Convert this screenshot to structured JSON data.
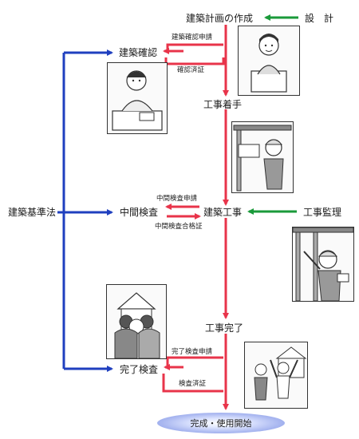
{
  "nodes": {
    "plan": "建築計画の作成",
    "design": "設　計",
    "confirm": "建築確認",
    "start": "工事着手",
    "law": "建築基準法",
    "midcheck": "中間検査",
    "construction": "建築工事",
    "supervision": "工事監理",
    "complete": "工事完了",
    "finalcheck": "完了検査",
    "final": "完成・使用開始"
  },
  "labels": {
    "confirm_apply": "建築確認申請",
    "confirm_cert": "確認済証",
    "mid_apply": "中間検査申請",
    "mid_pass": "中間検査合格証",
    "final_apply": "完了検査申請",
    "final_cert": "検査済証"
  },
  "colors": {
    "main_flow": "#e8344a",
    "law_flow": "#1f3fbf",
    "actor_flow": "#1a9a3a",
    "final_fill": "#9fb0ee"
  },
  "illustrations": {
    "designer": "designer-illustration",
    "official": "official-illustration",
    "worker_sign": "worker-illustration",
    "supervisor": "supervisor-illustration",
    "inspection": "inspection-illustration",
    "family": "family-illustration"
  }
}
